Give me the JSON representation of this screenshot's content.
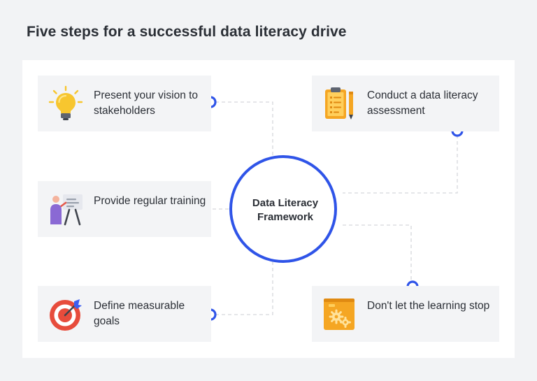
{
  "title": "Five steps for a successful data literacy drive",
  "center": {
    "label": "Data Literacy Framework"
  },
  "steps": [
    {
      "label": "Present your vision to stakeholders",
      "icon": "lightbulb-icon"
    },
    {
      "label": "Provide regular training",
      "icon": "presentation-icon"
    },
    {
      "label": "Define measurable goals",
      "icon": "target-icon"
    },
    {
      "label": "Conduct a data literacy assessment",
      "icon": "clipboard-icon"
    },
    {
      "label": "Don't let the learning stop",
      "icon": "gear-folder-icon"
    }
  ],
  "colors": {
    "accent": "#2f54e8",
    "card_bg": "#f3f4f6",
    "connector": "#d5d7dc",
    "text": "#2b2f36"
  }
}
